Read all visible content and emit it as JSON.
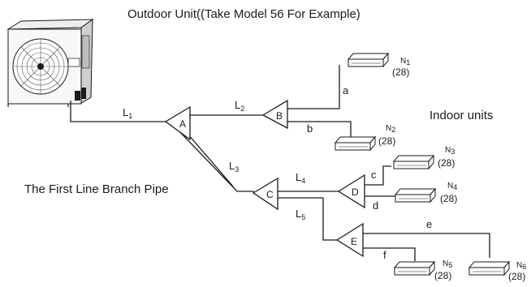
{
  "title": "Outdoor Unit((Take Model 56 For Example)",
  "indoor_units_label": "Indoor units",
  "first_branch_label": "The First Line Branch Pipe",
  "pipes": {
    "L1": {
      "letter": "L",
      "sub": "1"
    },
    "L2": {
      "letter": "L",
      "sub": "2"
    },
    "L3": {
      "letter": "L",
      "sub": "3"
    },
    "L4": {
      "letter": "L",
      "sub": "4"
    },
    "L5": {
      "letter": "L",
      "sub": "5"
    }
  },
  "branches": {
    "A": "A",
    "B": "B",
    "C": "C",
    "D": "D",
    "E": "E"
  },
  "segments": {
    "a": "a",
    "b": "b",
    "c": "c",
    "d": "d",
    "e": "e",
    "f": "f"
  },
  "units": {
    "N1": {
      "letter": "N",
      "sub": "1",
      "capacity": "(28)"
    },
    "N2": {
      "letter": "N",
      "sub": "2",
      "capacity": "(28)"
    },
    "N3": {
      "letter": "N",
      "sub": "3",
      "capacity": "(28)"
    },
    "N4": {
      "letter": "N",
      "sub": "4",
      "capacity": "(28)"
    },
    "N5": {
      "letter": "N",
      "sub": "5",
      "capacity": "(28)"
    },
    "N6": {
      "letter": "N",
      "sub": "6",
      "capacity": "(28)"
    }
  }
}
